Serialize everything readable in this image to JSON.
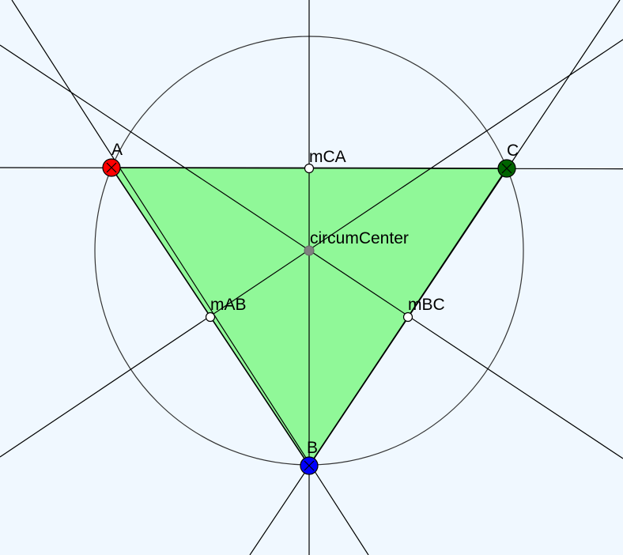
{
  "colors": {
    "background": "#f0f8ff",
    "triangle_fill": "#90f898",
    "line": "#000000",
    "circle": "#333333",
    "point_a": "#ff0000",
    "point_b": "#0000ff",
    "point_c": "#006400",
    "circumcenter": "#808080",
    "midpoint": "#ffffff"
  },
  "points": {
    "a": {
      "label": "A"
    },
    "b": {
      "label": "B"
    },
    "c": {
      "label": "C"
    },
    "m_ab": {
      "label": "mAB"
    },
    "m_bc": {
      "label": "mBC"
    },
    "m_ca": {
      "label": "mCA"
    },
    "circumcenter": {
      "label": "circumCenter"
    }
  }
}
